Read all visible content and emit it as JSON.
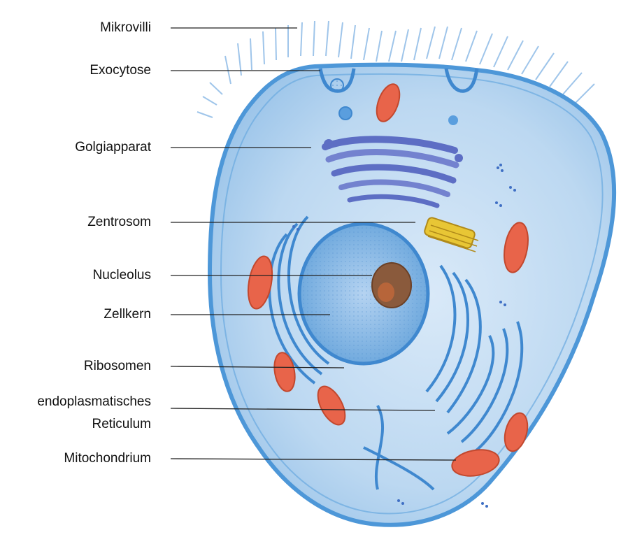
{
  "labels": {
    "microvilli": "Mikrovilli",
    "exocytosis": "Exocytose",
    "golgi": "Golgiapparat",
    "centrosome": "Zentrosom",
    "nucleolus": "Nucleolus",
    "nucleus": "Zellkern",
    "ribosomes": "Ribosomen",
    "er_line1": "endoplasmatisches",
    "er_line2": "Reticulum",
    "mitochondrion": "Mitochondrium"
  },
  "colors": {
    "membrane": "#4d97d8",
    "cytoplasm": "#c2dcf3",
    "golgi": "#5d6ec4",
    "mitochondria": "#e8644a",
    "nucleolus": "#8a5a3c",
    "centrosome": "#e8c635",
    "leader_line": "#222222"
  }
}
